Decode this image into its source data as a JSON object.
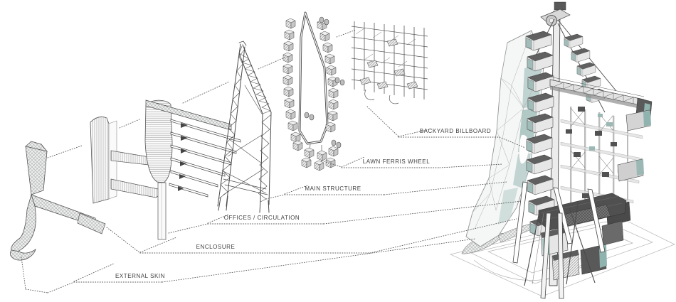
{
  "diagram": {
    "title": "exploded axonometric tower diagram",
    "type": "exploded-axonometric",
    "callouts": [
      {
        "id": "backyard-billboard",
        "label": "BACKYARD BILLBOARD"
      },
      {
        "id": "lawn-ferris-wheel",
        "label": "LAWN FERRIS WHEEL"
      },
      {
        "id": "main-structure",
        "label": "MAIN STRUCTURE"
      },
      {
        "id": "offices-circulation",
        "label": "OFFICES / CIRCULATION"
      },
      {
        "id": "enclosure",
        "label": "ENCLOSURE"
      },
      {
        "id": "external-skin",
        "label": "EXTERNAL SKIN"
      }
    ],
    "colors": {
      "background": "#ffffff",
      "line": "#4a4a4a",
      "leader": "#555555",
      "label_text": "#3f3f3f",
      "glass_teal": "#aec7c3",
      "glass_teal_dark": "#8fb3ae",
      "dark_mass": "#505050",
      "pale_gray": "#e7e7e7"
    }
  }
}
